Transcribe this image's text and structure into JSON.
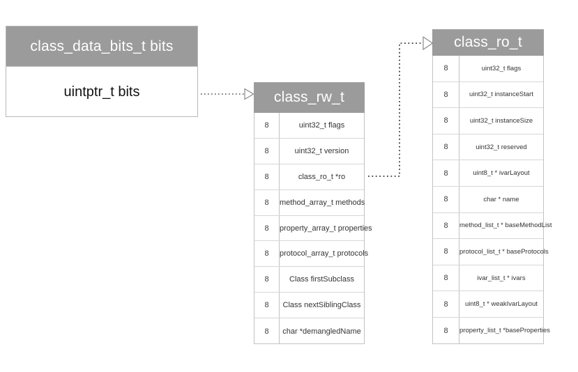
{
  "diagram": {
    "title_semantics": "objc runtime class structure layout",
    "colors": {
      "header_gray": "#9b9b9b",
      "header_text": "#ffffff",
      "border_gray": "#c2c2c2",
      "row_divider": "#d6d6d6",
      "connector": "#4d4d4d",
      "background": "#ffffff"
    }
  },
  "left_box": {
    "header": "class_data_bits_t bits",
    "body": "uintptr_t bits"
  },
  "rw_table": {
    "header": "class_rw_t",
    "size_column_header": "",
    "rows": [
      {
        "size": "8",
        "name": "uint32_t flags"
      },
      {
        "size": "8",
        "name": "uint32_t version"
      },
      {
        "size": "8",
        "name": "class_ro_t *ro"
      },
      {
        "size": "8",
        "name": "method_array_t methods"
      },
      {
        "size": "8",
        "name": "property_array_t properties"
      },
      {
        "size": "8",
        "name": "protocol_array_t protocols"
      },
      {
        "size": "8",
        "name": "Class firstSubclass"
      },
      {
        "size": "8",
        "name": "Class nextSiblingClass"
      },
      {
        "size": "8",
        "name": "char *demangledName"
      }
    ]
  },
  "ro_table": {
    "header": "class_ro_t",
    "rows": [
      {
        "size": "8",
        "name": "uint32_t flags"
      },
      {
        "size": "8",
        "name": "uint32_t instanceStart"
      },
      {
        "size": "8",
        "name": "uint32_t instanceSize"
      },
      {
        "size": "8",
        "name": "uint32_t reserved"
      },
      {
        "size": "8",
        "name": "uint8_t * ivarLayout"
      },
      {
        "size": "8",
        "name": "char * name"
      },
      {
        "size": "8",
        "name": "method_list_t * baseMethodList"
      },
      {
        "size": "8",
        "name": "protocol_list_t * baseProtocols"
      },
      {
        "size": "8",
        "name": "ivar_list_t * ivars"
      },
      {
        "size": "8",
        "name": "uint8_t * weakIvarLayout"
      },
      {
        "size": "8",
        "name": "property_list_t *baseProperties"
      }
    ]
  },
  "connectors": [
    {
      "id": "bits-to-rw",
      "from": "left_box.body",
      "to": "rw_table.header",
      "style": "dotted",
      "arrowhead": "hollow-triangle"
    },
    {
      "id": "ro-pointer-to-ro-table",
      "from": "rw_table.rows.2",
      "to": "ro_table.header",
      "style": "dotted",
      "arrowhead": "hollow-triangle"
    }
  ]
}
